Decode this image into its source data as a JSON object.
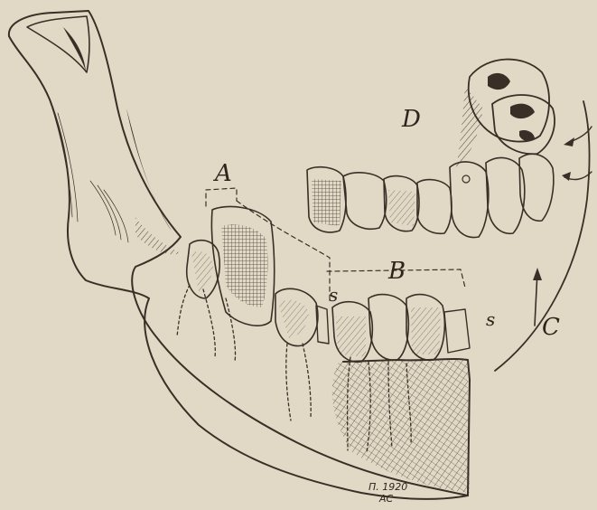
{
  "figure": {
    "labels": {
      "a": "A",
      "b": "B",
      "c": "C",
      "d": "D",
      "s_left": "s",
      "s_right": "s"
    },
    "signature": {
      "line1": "Π. 1920",
      "line2": "AC"
    }
  },
  "colors": {
    "paper": "#e2d8c6",
    "ink": "#3a2f26"
  }
}
